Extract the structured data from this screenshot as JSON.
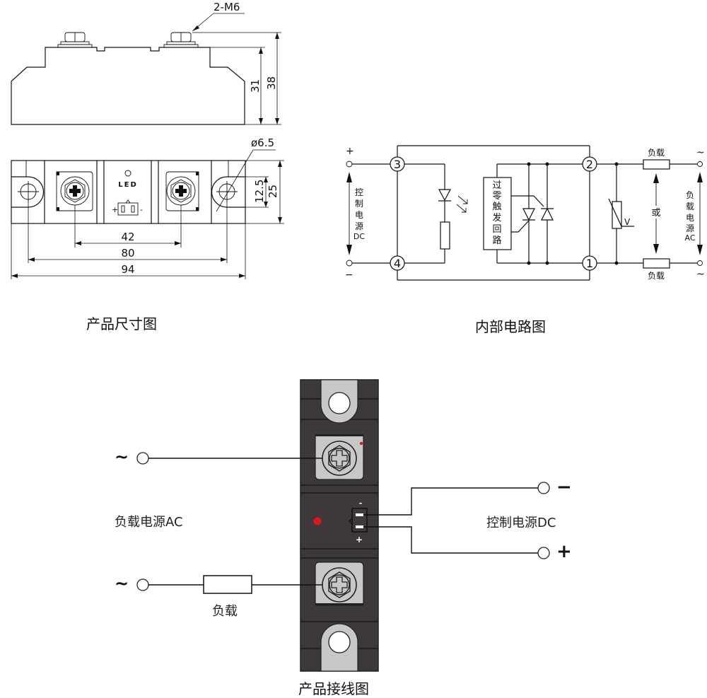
{
  "dimension_drawing": {
    "caption": "产品尺寸图",
    "bolt_spec": "2-M6",
    "height_body": "31",
    "height_total": "38",
    "hole_diameter": "ø6.5",
    "hole_offset": "12.5",
    "width": "25",
    "terminal_pitch": "42",
    "mount_pitch": "80",
    "length": "94",
    "led_label": "LED",
    "plus_sign": "+",
    "minus_sign": "-"
  },
  "circuit_diagram": {
    "caption": "内部电路图",
    "terminals": [
      "3",
      "4",
      "2",
      "1"
    ],
    "dc_plus": "+",
    "dc_minus": "−",
    "control_supply_chars": [
      "控",
      "制",
      "电",
      "源",
      "DC"
    ],
    "trigger_chars": [
      "过",
      "零",
      "触",
      "发",
      "回",
      "路"
    ],
    "varistor_label": "V",
    "load_top": "负载",
    "load_bottom": "负载",
    "or_label": "或",
    "ac_symbol_top": "~",
    "ac_symbol_bottom": "~",
    "load_supply_chars": [
      "负",
      "载",
      "电",
      "源",
      "AC"
    ]
  },
  "wiring_diagram": {
    "caption": "产品接线图",
    "ac_symbol_top": "~",
    "ac_symbol_bottom": "~",
    "load_supply_label": "负载电源AC",
    "load_label": "负载",
    "control_supply_label": "控制电源DC",
    "dc_minus": "−",
    "dc_plus": "+",
    "module_minus": "-",
    "module_plus": "+",
    "colors": {
      "module_body": "#3d3938",
      "terminal_plate": "#c8c8c8",
      "led": "#e0141e"
    }
  }
}
